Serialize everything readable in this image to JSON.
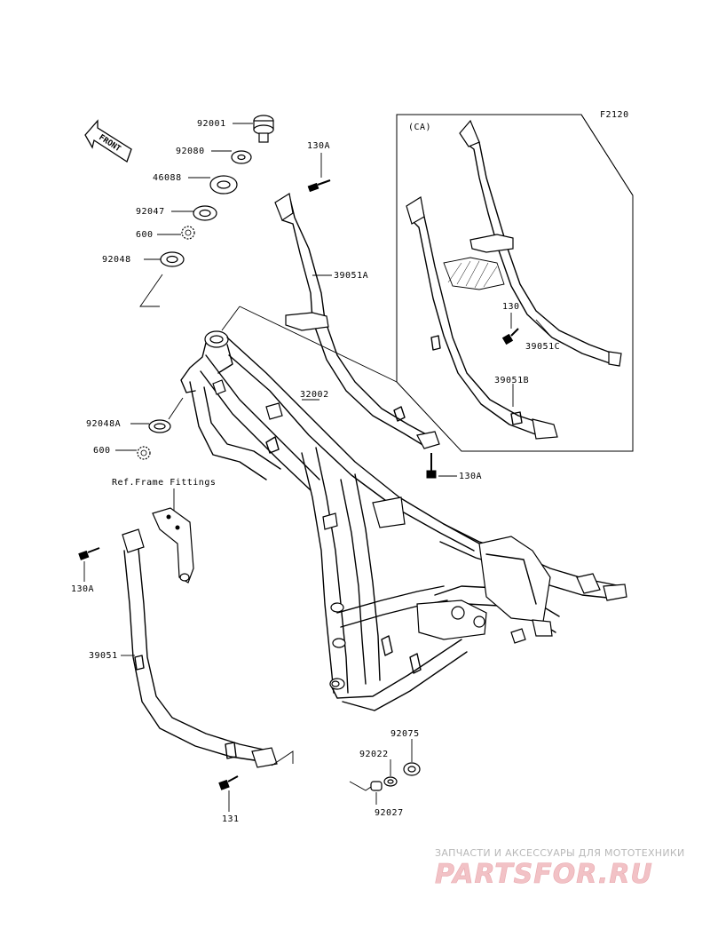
{
  "diagram": {
    "code": "F2120",
    "front_label": "FRONT",
    "inset_label": "(CA)",
    "ref_label": "Ref.Frame Fittings",
    "parts": {
      "p92001": "92001",
      "p92080": "92080",
      "p46088": "46088",
      "p92047": "92047",
      "p600_top": "600",
      "p92048": "92048",
      "p130A_top": "130A",
      "p39051A": "39051A",
      "p32002": "32002",
      "p92048A": "92048A",
      "p600_mid": "600",
      "p130A_mid": "130A",
      "p130A_left": "130A",
      "p39051": "39051",
      "p131": "131",
      "p92075": "92075",
      "p92022": "92022",
      "p92027": "92027",
      "p130": "130",
      "p39051C": "39051C",
      "p39051B": "39051B"
    }
  },
  "watermark": {
    "tagline": "ЗАПЧАСТИ И АКСЕССУАРЫ ДЛЯ МОТОТЕХНИКИ",
    "logo": "PARTSFOR.RU"
  },
  "colors": {
    "line": "#000000",
    "background": "#ffffff",
    "watermark_text": "#b8b8b8",
    "watermark_logo": "#f2c2c6"
  }
}
